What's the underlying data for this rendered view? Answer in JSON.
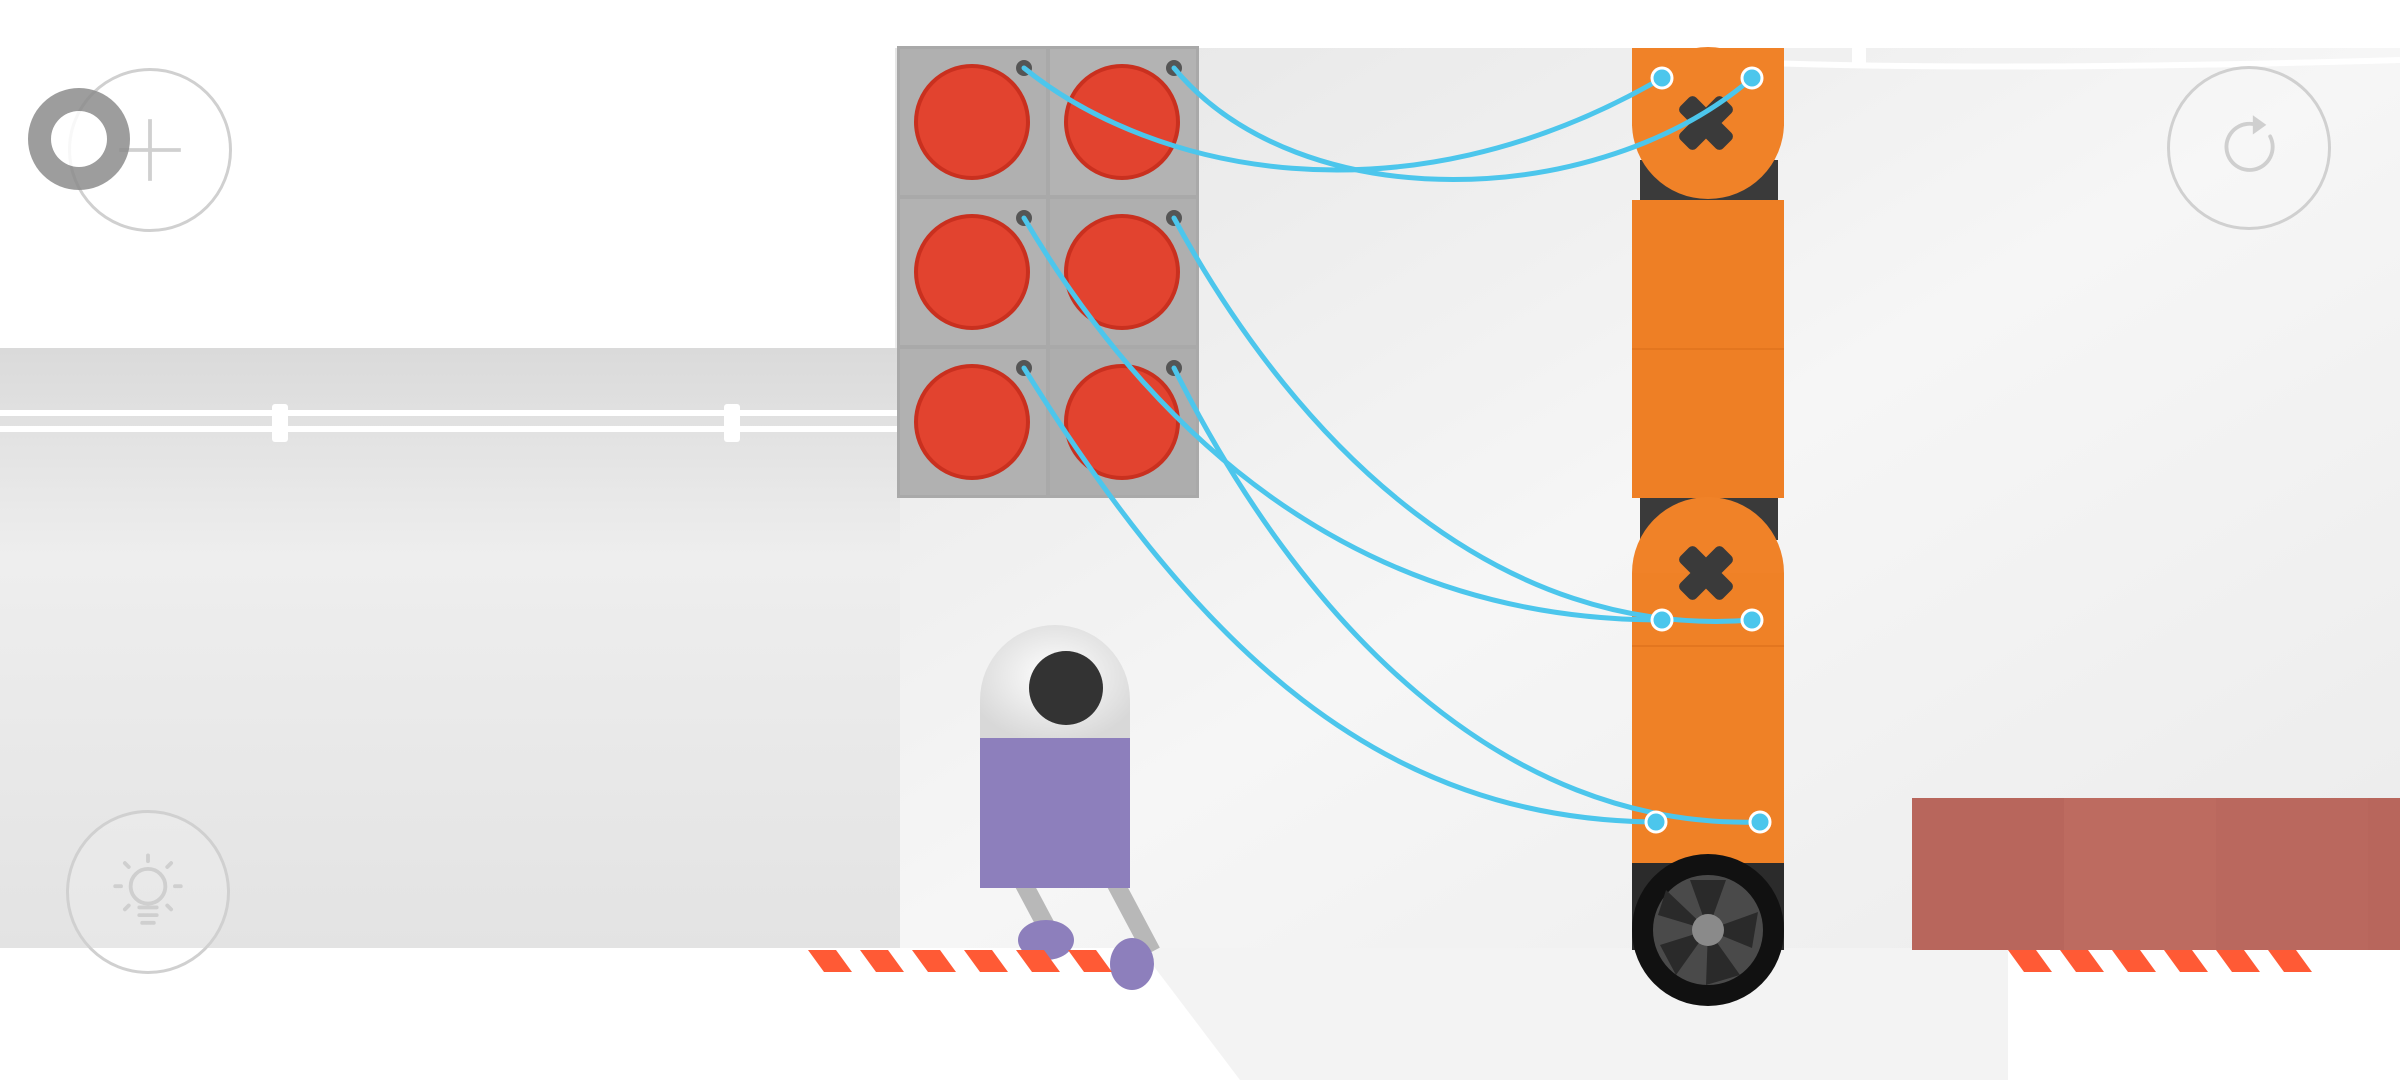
{
  "game": {
    "hud": {
      "add_icon": "plus-icon",
      "hint_icon": "lightbulb-icon",
      "restart_icon": "restart-icon",
      "drag_icon": "drag-handle-icon"
    },
    "colors": {
      "button_red": "#e2432f",
      "wire_blue": "#4cc6ec",
      "robot_orange": "#f08228",
      "character_purple": "#8d7fbc",
      "block_brick": "#b8665c",
      "hazard_stripe": "#ff5a35",
      "panel_gray": "#a9a9a9"
    },
    "button_panel": {
      "rows": 3,
      "cols": 2,
      "count": 6
    },
    "robot_arm": {
      "joints": 2,
      "wheel": 1
    }
  }
}
